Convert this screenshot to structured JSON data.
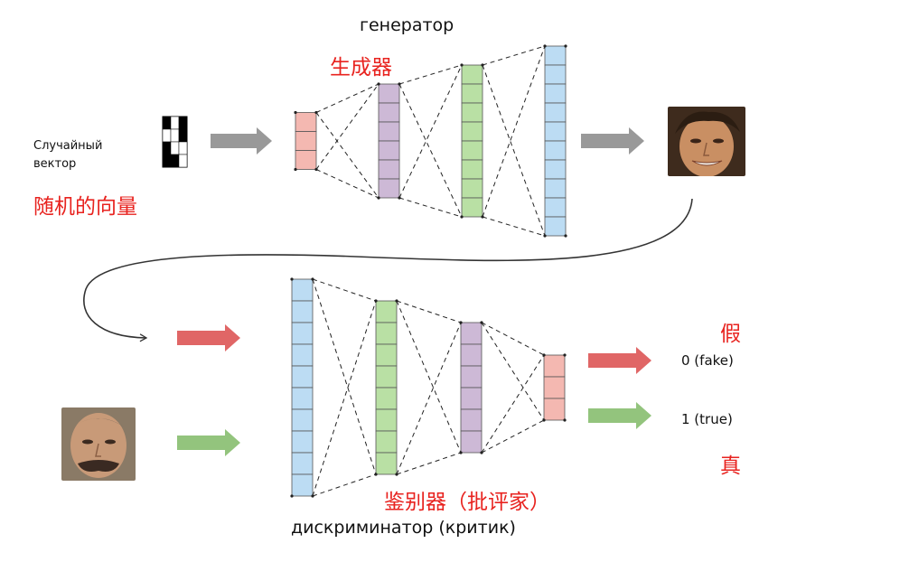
{
  "generator": {
    "title": "генератор",
    "title_zh": "生成器",
    "layers": [
      {
        "color": "#f4b8b1",
        "cells": 3
      },
      {
        "color": "#cdb9d6",
        "cells": 6
      },
      {
        "color": "#b9e0a4",
        "cells": 8
      },
      {
        "color": "#bcdcf3",
        "cells": 10
      }
    ]
  },
  "input": {
    "label": "Случайный\nвектор",
    "label_zh": "随机的向量",
    "bits": [
      1,
      0,
      1,
      0,
      0,
      1,
      1,
      0,
      0,
      1,
      1,
      0
    ]
  },
  "discriminator": {
    "title": "дискриминатор (критик)",
    "title_zh": "鉴别器（批评家）",
    "layers": [
      {
        "color": "#bcdcf3",
        "cells": 10
      },
      {
        "color": "#b9e0a4",
        "cells": 8
      },
      {
        "color": "#cdb9d6",
        "cells": 6
      },
      {
        "color": "#f4b8b1",
        "cells": 3
      }
    ]
  },
  "outputs": {
    "fake": {
      "label": "0 (fake)",
      "label_zh": "假",
      "color": "#e06666"
    },
    "real": {
      "label": "1 (true)",
      "label_zh": "真",
      "color": "#93c47d"
    }
  },
  "colors": {
    "gray_arrow": "#999999",
    "accent_red": "#e8231f"
  }
}
